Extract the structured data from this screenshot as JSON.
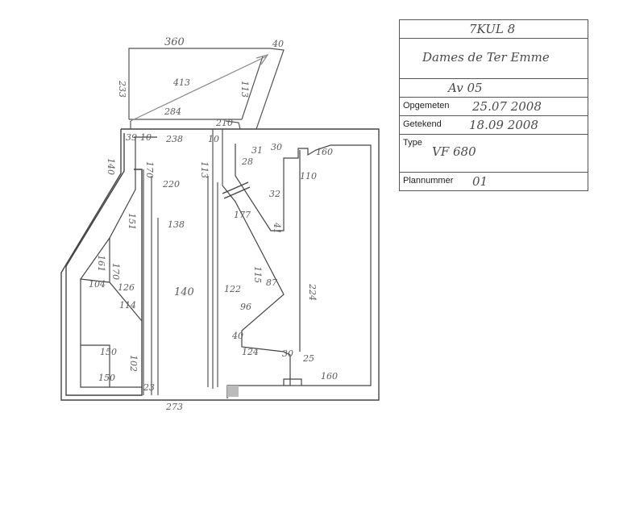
{
  "title_block": {
    "code": "7KUL 8",
    "name": "Dames de Ter Emme",
    "number": "Av 05",
    "measured_label": "Opgemeten",
    "measured_value": "25.07 2008",
    "drawn_label": "Getekend",
    "drawn_value": "18.09 2008",
    "type_label": "Type",
    "type_value": "VF 680",
    "plan_label": "Plannummer",
    "plan_value": "01"
  },
  "dimensions": [
    "360",
    "40",
    "413",
    "233",
    "113",
    "284",
    "39",
    "210",
    "10",
    "238",
    "10",
    "140",
    "170",
    "220",
    "113",
    "151",
    "138",
    "140",
    "161",
    "170",
    "126",
    "104",
    "114",
    "150",
    "102",
    "150",
    "23",
    "273",
    "177",
    "115",
    "122",
    "96",
    "87",
    "40",
    "124",
    "224",
    "31",
    "30",
    "160",
    "28",
    "110",
    "32",
    "30",
    "25",
    "160",
    "41"
  ],
  "colors": {
    "ink": "#4a4a4a",
    "paper": "#ffffff",
    "pencil": "#9a9a9a"
  }
}
